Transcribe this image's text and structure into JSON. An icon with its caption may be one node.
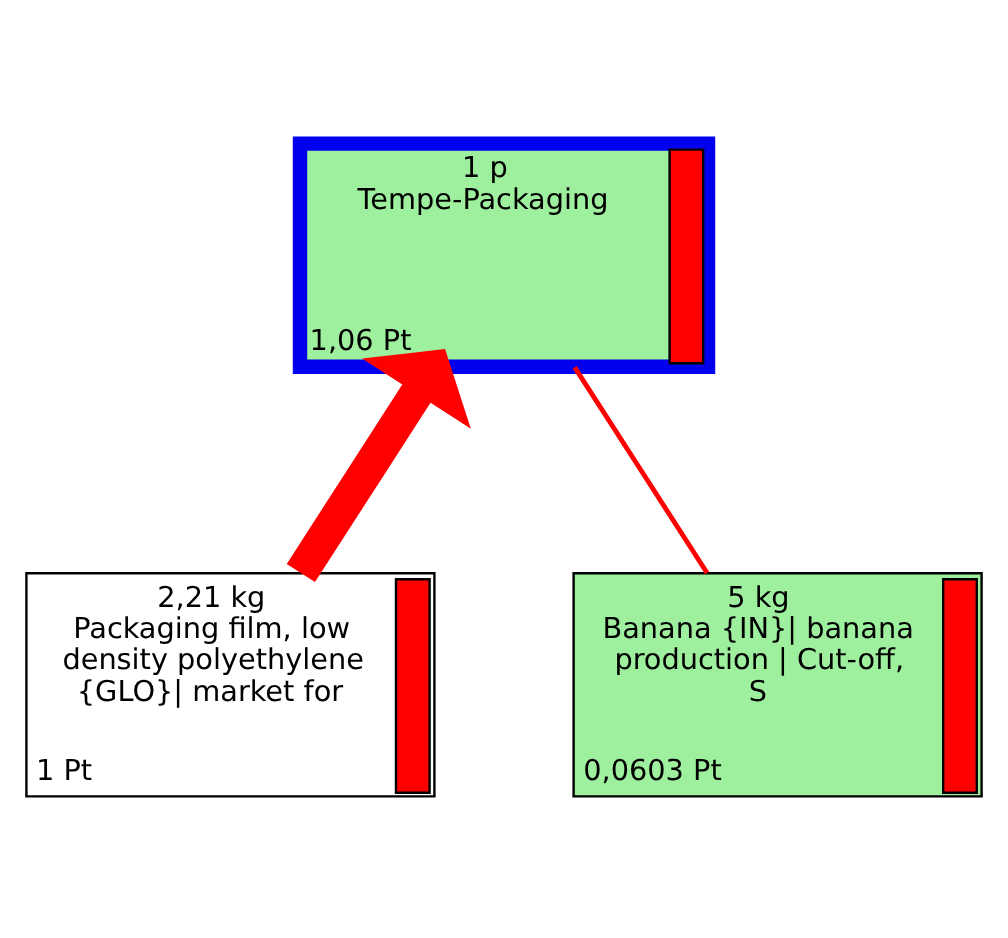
{
  "diagram": {
    "nodes": [
      {
        "text": [
          "1 p",
          "Tempe-Packaging",
          "1,06 Pt"
        ]
      },
      {
        "text": [
          "2,21 kg",
          "Packaging film, low density polyethylene {GLO}| market for",
          "1 Pt"
        ]
      },
      {
        "text": [
          "5 kg",
          "Banana {IN}| banana production | Cut-off, S",
          "0,0603 Pt"
        ]
      }
    ],
    "edges": [
      {
        "from": 1,
        "to": 0,
        "arrow": "to",
        "style": "thick"
      },
      {
        "from": 2,
        "to": 0,
        "arrow": "none"
      }
    ]
  }
}
